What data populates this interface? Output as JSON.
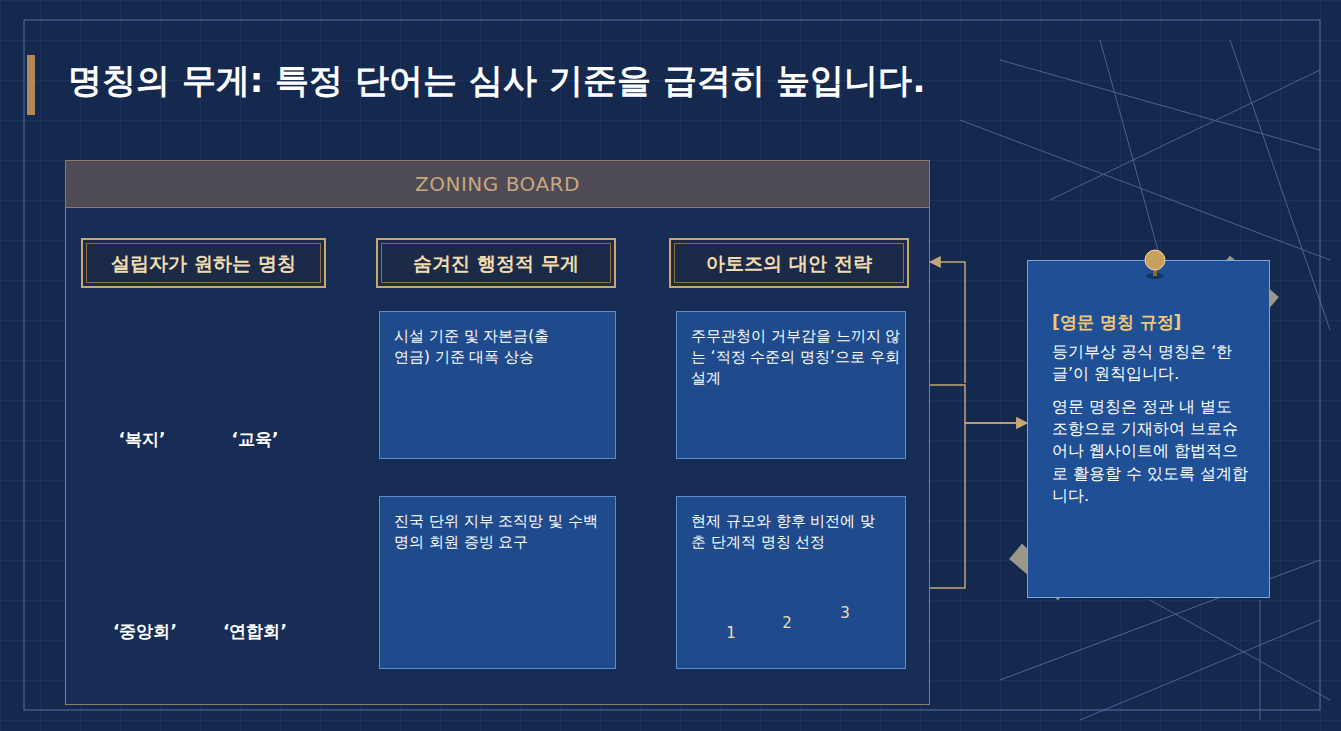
{
  "diagram": {
    "title": "명칭의 무게: 특정 단어는 심사 기준을 급격히 높입니다.",
    "nodes": [
      {
        "text": [
          "ZONING BOARD"
        ]
      },
      {
        "text": [
          "설립자가 원하는 명칭"
        ],
        "in": 0
      },
      {
        "text": [
          "숨겨진 행정적 무게"
        ],
        "in": 0
      },
      {
        "text": [
          "아토즈의 대안 전략"
        ],
        "in": 0
      },
      {
        "text": [
          "시설 기준 및 자본금(출연금) 기준 대폭 상승"
        ],
        "in": 0
      },
      {
        "text": [
          "주무관청이 거부감을 느끼지 않는 ‘적정 수준의 명칭’으로 우회 설계"
        ],
        "in": 0
      },
      {
        "text": [
          "진국 단위 지부 조직망 및 수백 명의 회원 증빙 요구"
        ],
        "in": 0
      },
      {
        "text": [
          "현제 규모와 향후 비전에 맞춘 단계적 명칭 선정"
        ],
        "in": 0
      },
      {
        "text": [
          "[영문 명칭 규정]",
          "등기부상 공식 명칭은 ‘한글’이 원칙입니다.",
          "영문 명칭은 정관 내 별도 조항으로 기재하여 브로슈어나 웹사이트에 합법적으로 활용할 수 있도록 설계합니다."
        ]
      }
    ],
    "edges": [
      {
        "from": 4,
        "to": 5,
        "arrow": "to"
      },
      {
        "from": 6,
        "to": 7,
        "arrow": "to"
      },
      {
        "from": 5,
        "to": 8,
        "arrow": "to"
      },
      {
        "from": 7,
        "to": 8,
        "arrow": "to"
      },
      {
        "from": 8,
        "to": 0,
        "arrow": "to"
      }
    ],
    "labels": [
      "‘복지’",
      "‘교육’",
      "‘중앙회’",
      "‘연합회’",
      "1",
      "2",
      "3"
    ]
  }
}
